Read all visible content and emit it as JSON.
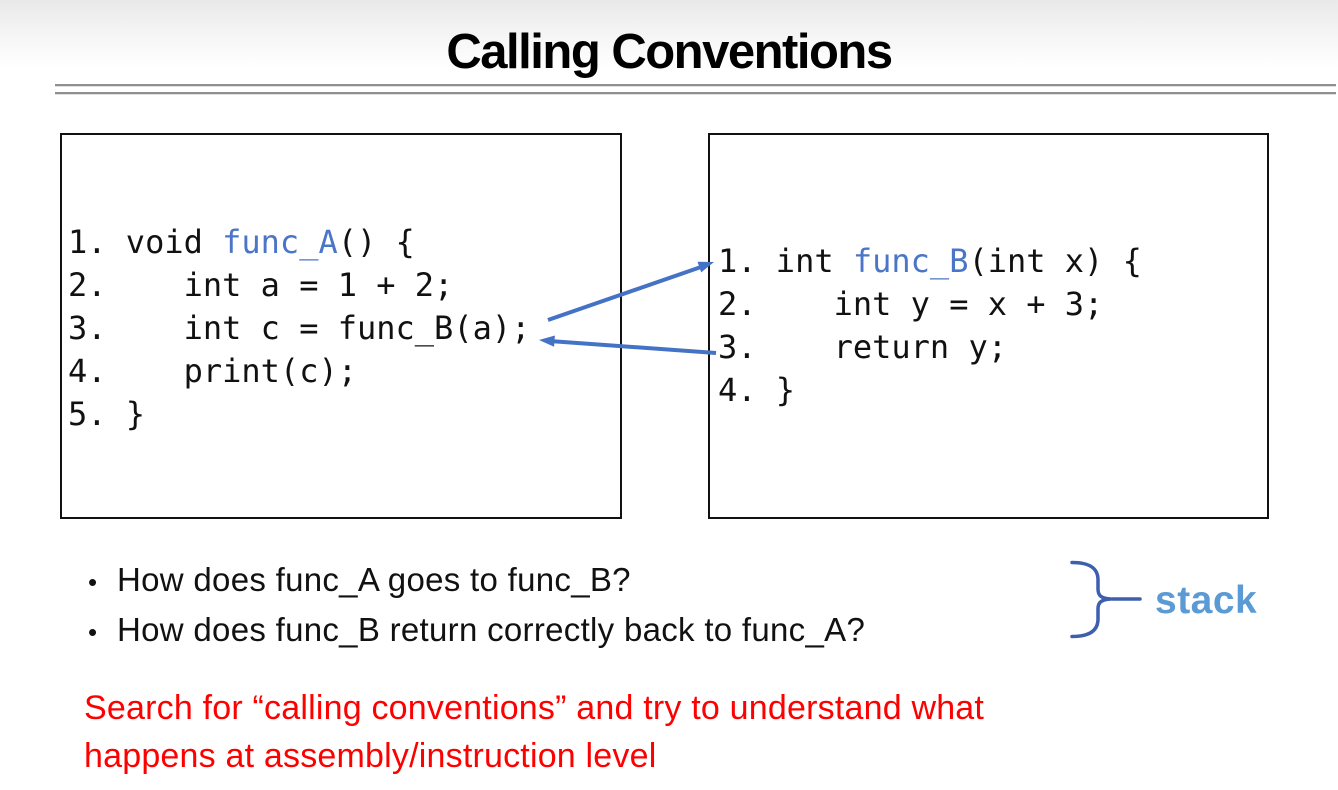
{
  "slide": {
    "title": "Calling Conventions"
  },
  "code_a": {
    "lines": [
      {
        "pre": "1. void ",
        "accent": "func_A",
        "post": "() {"
      },
      {
        "pre": "2.    int a = 1 + 2;",
        "accent": "",
        "post": ""
      },
      {
        "pre": "3.    int c = func_B(a);",
        "accent": "",
        "post": ""
      },
      {
        "pre": "4.    print(c);",
        "accent": "",
        "post": ""
      },
      {
        "pre": "5. }",
        "accent": "",
        "post": ""
      }
    ]
  },
  "code_b": {
    "lines": [
      {
        "pre": "1. int ",
        "accent": "func_B",
        "post": "(int x) {"
      },
      {
        "pre": "2.    int y = x + 3;",
        "accent": "",
        "post": ""
      },
      {
        "pre": "3.    return y;",
        "accent": "",
        "post": ""
      },
      {
        "pre": "4. }",
        "accent": "",
        "post": ""
      }
    ]
  },
  "bullet_char": "•",
  "bullets": [
    "How does func_A goes to func_B?",
    "How does func_B return correctly back to func_A?"
  ],
  "stack_label": "stack",
  "note_lines": [
    "Search for “calling conventions” and try to understand what",
    "happens at assembly/instruction level"
  ],
  "colors": {
    "code_accent": "#4B76C7",
    "arrow": "#4472C4",
    "brace": "#3D5FAD",
    "stack_text": "#5B9BD5",
    "note_text": "#FF0000",
    "divider": "#8f8f8f"
  }
}
